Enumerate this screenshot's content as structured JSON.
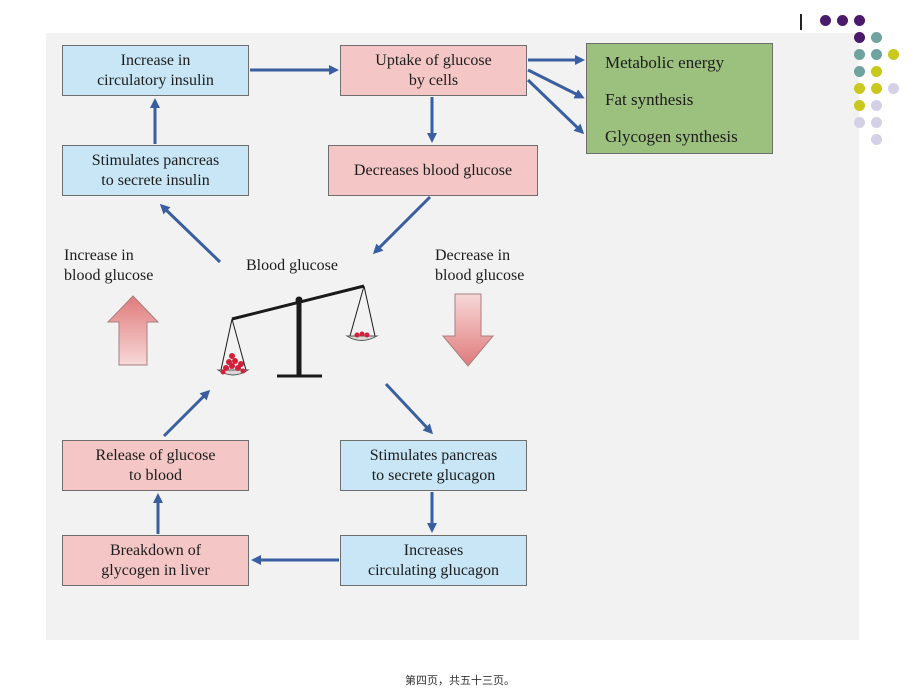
{
  "boxes": {
    "increase_insulin": "Increase in\ncirculatory insulin",
    "uptake_glucose": "Uptake of glucose\nby cells",
    "stimulates_insulin": "Stimulates pancreas\nto secrete insulin",
    "decreases_glucose": "Decreases blood glucose",
    "stimulates_glucagon": "Stimulates pancreas\nto secrete glucagon",
    "increases_glucagon": "Increases\ncirculating glucagon",
    "breakdown_glycogen": "Breakdown of\nglycogen in liver",
    "release_glucose": "Release of glucose\nto blood"
  },
  "outcomes": [
    "Metabolic energy",
    "Fat synthesis",
    "Glycogen synthesis"
  ],
  "labels": {
    "increase_blood_glucose": "Increase in\nblood glucose",
    "decrease_blood_glucose": "Decrease in\nblood glucose",
    "blood_glucose": "Blood glucose"
  },
  "footer": "第四页，共五十三页。",
  "colors": {
    "blue_box": "#c8e6f5",
    "pink_box": "#f4c6c6",
    "green_box": "#9cc07e",
    "arrow": "#3a5fa0",
    "dot_purple": "#4a1a6b",
    "dot_teal": "#6fa3a0",
    "dot_yellow": "#c8c81e",
    "dot_lavender": "#d4d0e6"
  }
}
